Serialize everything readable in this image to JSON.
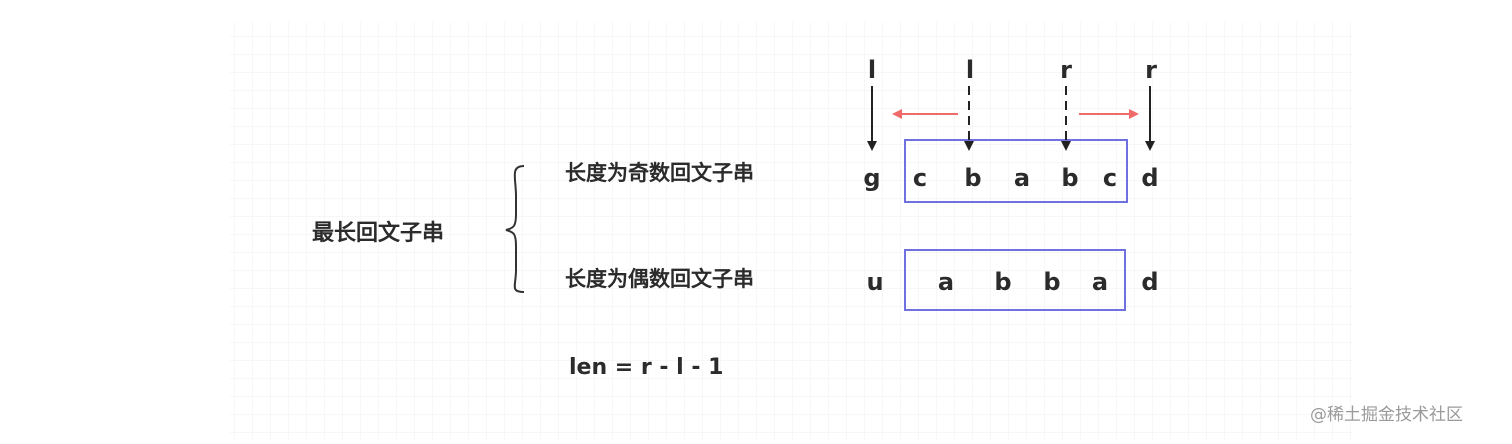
{
  "title": "最长回文子串",
  "odd": {
    "label": "长度为奇数回文子串",
    "chars": [
      "g",
      "c",
      "b",
      "a",
      "b",
      "c",
      "d"
    ]
  },
  "even": {
    "label": "长度为偶数回文子串",
    "chars": [
      "u",
      "a",
      "b",
      "b",
      "a",
      "d"
    ]
  },
  "pointers": [
    "l",
    "l",
    "r",
    "r"
  ],
  "formula": "len = r - l - 1",
  "watermark": "@稀土掘金技术社区",
  "colors": {
    "box": "#7070e0",
    "expand_arrow": "#f06a6a",
    "pointer_arrow": "#222222",
    "grid": "#ececec",
    "text": "#2b2b2b"
  }
}
